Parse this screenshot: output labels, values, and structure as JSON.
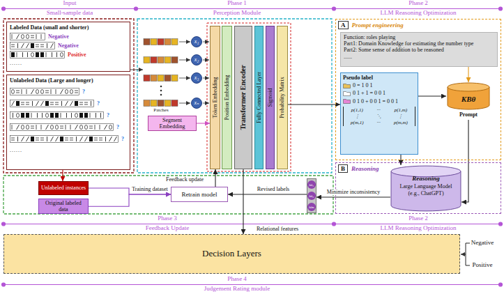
{
  "diagram": {
    "nodes": [
      {
        "text": [
          "Labeled Data (small and shorter)",
          "Negative",
          "Negative",
          "Positive",
          "......"
        ]
      },
      {
        "text": [
          "Unlabeled Data (Large and longer)",
          "?",
          "?",
          "?",
          "?",
          "?",
          "......"
        ]
      },
      {
        "text": [
          "Segment Embedding"
        ]
      },
      {
        "text": [
          "Token Embedding"
        ]
      },
      {
        "text": [
          "Position Embedding"
        ]
      },
      {
        "text": [
          "Transformer Encoder"
        ]
      },
      {
        "text": [
          "Fully Connected Layer"
        ]
      },
      {
        "text": [
          "Sigmoid"
        ]
      },
      {
        "text": [
          "Probability Matrix"
        ]
      },
      {
        "text": [
          "x₁"
        ]
      },
      {
        "text": [
          "x₂"
        ]
      },
      {
        "text": [
          "x₃"
        ]
      },
      {
        "text": [
          "xₙ"
        ]
      },
      {
        "text": [
          "A",
          "Prompt engineering"
        ]
      },
      {
        "text": [
          "Function: roles playing",
          "Part1: Domain Knowledge for estimating the number type",
          "Part2: Some sense of addition to be reasoned",
          "......"
        ],
        "in": 13
      },
      {
        "text": [
          "Pseudo label",
          "0 = 1 0 1",
          "0 1 + 1 = 0 0 1",
          "0 1 0 + 0 0 1 = 0 0 1",
          "p(1,1)",
          "···",
          "p(1,m)",
          "⋮",
          "⋱",
          "⋮",
          "p(m,1)",
          "···",
          "p(m,m)"
        ],
        "in": 13
      },
      {
        "text": [
          "KBθ",
          "Prompt"
        ],
        "in": 13
      },
      {
        "text": [
          "B",
          "Reasoning"
        ]
      },
      {
        "text": [
          "Reasoning",
          "Large Language Model (e.g., ChatGPT)"
        ],
        "in": 17
      },
      {
        "text": [
          "Unlabeled instances"
        ]
      },
      {
        "text": [
          "Original labeled data"
        ]
      },
      {
        "text": [
          "Retrain model"
        ]
      },
      {
        "text": [
          "ω₁",
          "ω₂",
          "ωₙ"
        ]
      },
      {
        "text": [
          "Decision Layers"
        ]
      }
    ],
    "edges": [
      {
        "from": 2,
        "to": 3,
        "arrow": "to"
      },
      {
        "from": 8,
        "to": 15,
        "arrow": "to"
      },
      {
        "from": 14,
        "to": 16,
        "arrow": "to"
      },
      {
        "from": 15,
        "to": 16,
        "arrow": "to"
      },
      {
        "from": 16,
        "to": 18,
        "arrow": "to"
      },
      {
        "from": 15,
        "to": 18,
        "arrow": "to"
      },
      {
        "from": 18,
        "to": 22,
        "arrow": "to",
        "label": "Minimize inconsistency"
      },
      {
        "from": 22,
        "to": 21,
        "arrow": "to",
        "label": "Revised labels"
      },
      {
        "from": 19,
        "to": 21,
        "arrow": "to",
        "label": "Training dataset"
      },
      {
        "from": 20,
        "to": 21,
        "arrow": "to"
      },
      {
        "from": 21,
        "to": 3,
        "arrow": "to",
        "label": "Feedback update"
      },
      {
        "from": 5,
        "to": 23,
        "arrow": "to",
        "label": "Relational features"
      },
      {
        "from": 1,
        "to": 19,
        "arrow": "to"
      }
    ],
    "labels": [
      "Input",
      "Small-sample data",
      "Phase 1",
      "Perception Module",
      "Phase 2",
      "LLM Reasoning Optimization",
      "Patches",
      "Phase 3",
      "Feedback Update",
      "Phase 2",
      "LLM Reasoning Optimization",
      "Phase 4",
      "Judgement Rating module",
      "Negative",
      "Positive"
    ]
  }
}
